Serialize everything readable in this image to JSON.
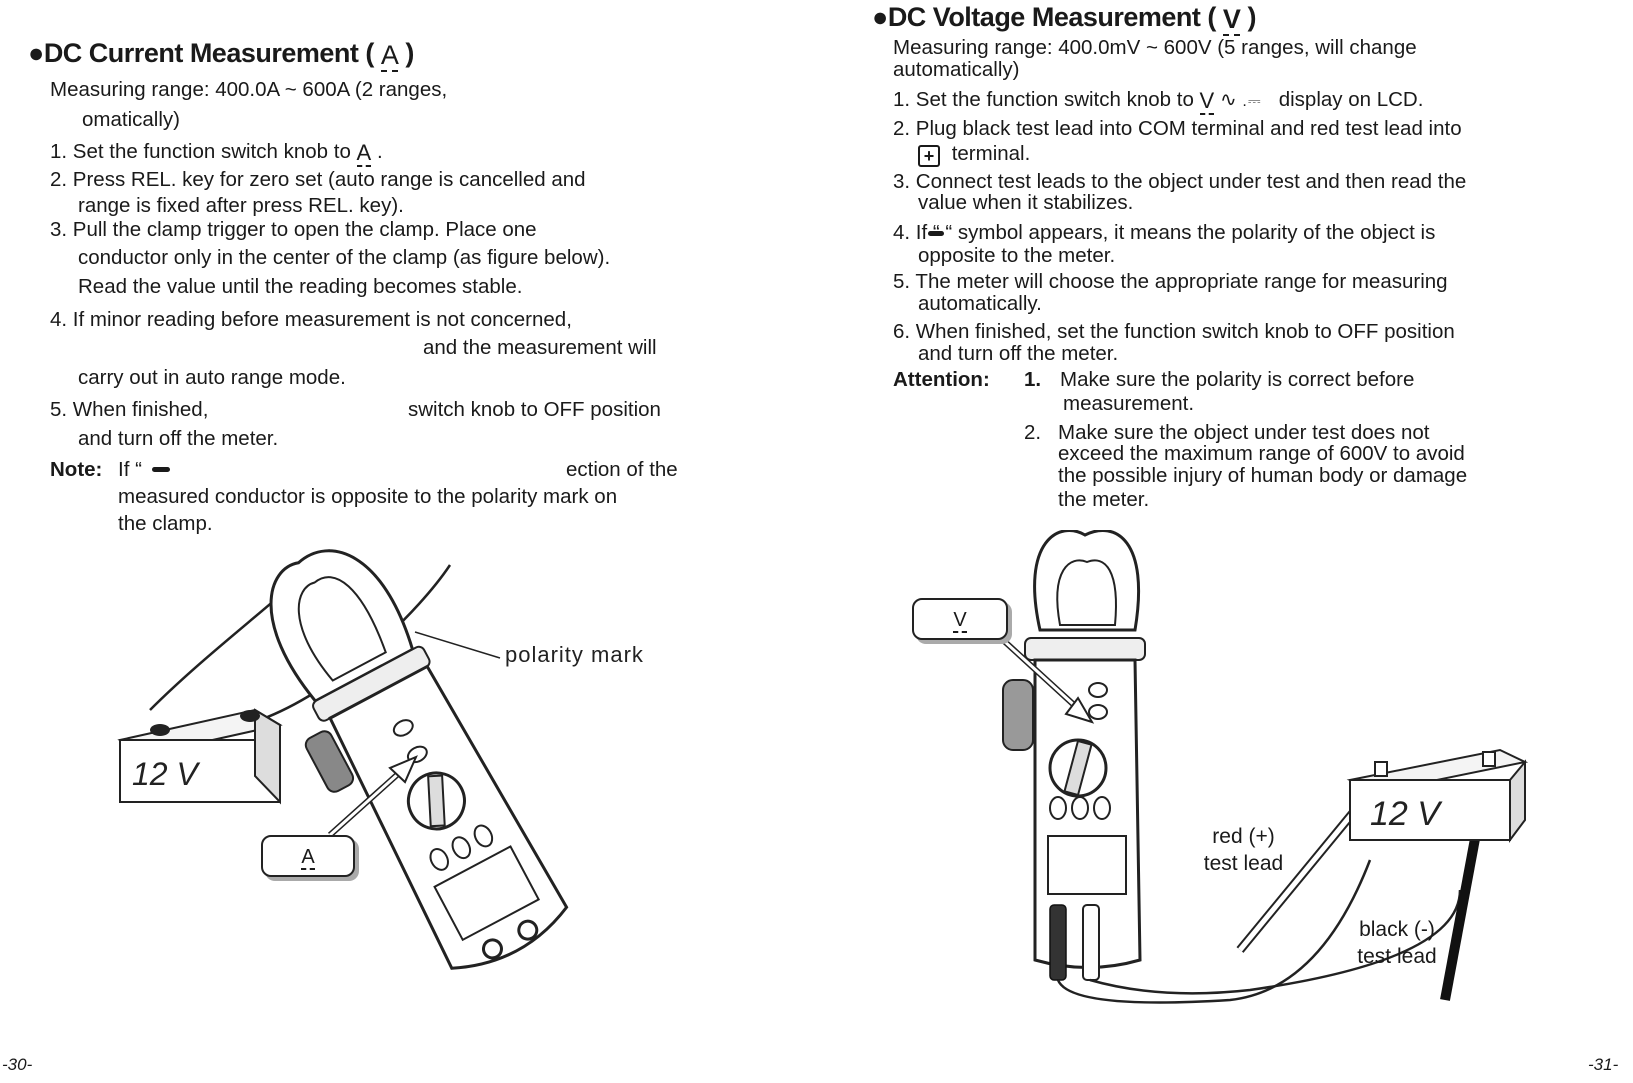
{
  "left": {
    "heading": "DC Current Measurement (",
    "heading_symbol": "A",
    "heading_close": ")",
    "range_line1": "Measuring  range:  400.0A  ~  600A  (2  ranges,",
    "range_line2": "omatically)",
    "step1": "1. Set the function switch knob to",
    "step1_symbol": "A",
    "step1_end": ".",
    "step2_line1": "2. Press REL. key for zero set (auto range is cancelled and",
    "step2_line2": "range is fixed after press REL. key).",
    "step3_line1": "3.  Pull  the  clamp  trigger  to  open  the  clamp.  Place  one",
    "step3_line2": "conductor only in the center of the clamp (as figure below).",
    "step3_line3": "Read the value until the reading becomes stable.",
    "step4_line1": "4. If minor reading before measurement is not concerned,",
    "step4_line2": "and the measurement will",
    "step4_line3": "carry out in auto range mode.",
    "step5_a": "5. When finished,",
    "step5_b": "switch knob to OFF position",
    "step5_line2": "and turn off the meter.",
    "note_label": "Note:",
    "note_a": "If “",
    "note_b": "ection of the",
    "note_line2": "measured conductor is opposite to the polarity mark on",
    "note_line3": "the clamp.",
    "figure": {
      "battery_label": "12 V",
      "polarity_label": "polarity mark",
      "callout_symbol": "A"
    },
    "page_number": "-30-"
  },
  "right": {
    "heading": "DC Voltage Measurement (",
    "heading_symbol": "V",
    "heading_close": ")",
    "range_line1": "Measuring  range:  400.0mV  ~  600V  (5  ranges,  will  change",
    "range_line2": "automatically)",
    "step1_a": "1. Set the function switch knob to",
    "step1_symbol": "V",
    "step1_b": "display on LCD.",
    "step2_line1": "2. Plug black test lead into COM terminal and red test lead into",
    "step2_line2": "terminal.",
    "step3_line1": "3. Connect test leads to the object under test and then read the",
    "step3_line2": "value when it stabilizes.",
    "step4_line1": "4. If “   “ symbol appears, it means the polarity of the object is",
    "step4_line2": "opposite to the meter.",
    "step5_line1": "5. The meter will choose the appropriate range for measuring",
    "step5_line2": "automatically.",
    "step6_line1": "6. When finished, set the function switch knob to OFF position",
    "step6_line2": "and turn off the meter.",
    "attention_label": "Attention:",
    "att1_num": "1.",
    "att1_line1": "Make   sure   the   polarity   is   correct   before",
    "att1_line2": "measurement.",
    "att2_num": "2.",
    "att2_line1": "Make  sure  the  object  under  test  does  not",
    "att2_line2": "exceed the maximum range of 600V to avoid",
    "att2_line3": "the possible injury of human body or damage",
    "att2_line4": "the meter.",
    "figure": {
      "callout_symbol": "V",
      "battery_label": "12 V",
      "red_lead_line1": "red (+)",
      "red_lead_line2": "test lead",
      "black_lead_line1": "black (-)",
      "black_lead_line2": "test lead"
    },
    "page_number": "-31-"
  }
}
